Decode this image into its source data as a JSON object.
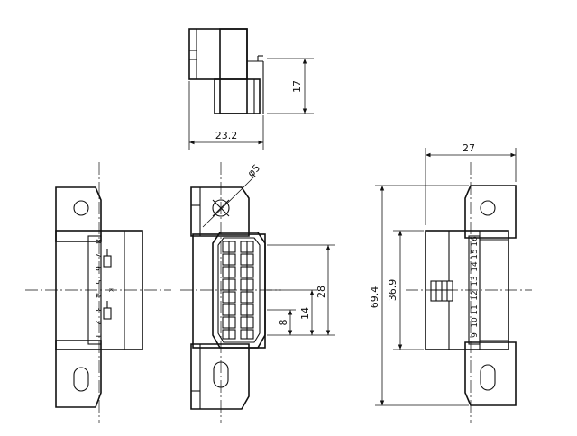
{
  "dimensions": {
    "height_side": "17",
    "width_side": "23.2",
    "hole_dia": "φ5",
    "right_top": "27",
    "overall_height": "69.4",
    "pitch_span": "36.9",
    "front_28": "28",
    "front_14": "14",
    "front_8": "8"
  },
  "left_view": {
    "pins": [
      "8",
      "7",
      "6",
      "5",
      "4",
      "3",
      "2",
      "1"
    ],
    "marking": "K"
  },
  "right_view": {
    "pins": [
      "9",
      "10",
      "11",
      "12",
      "13",
      "14",
      "15",
      "16"
    ]
  }
}
